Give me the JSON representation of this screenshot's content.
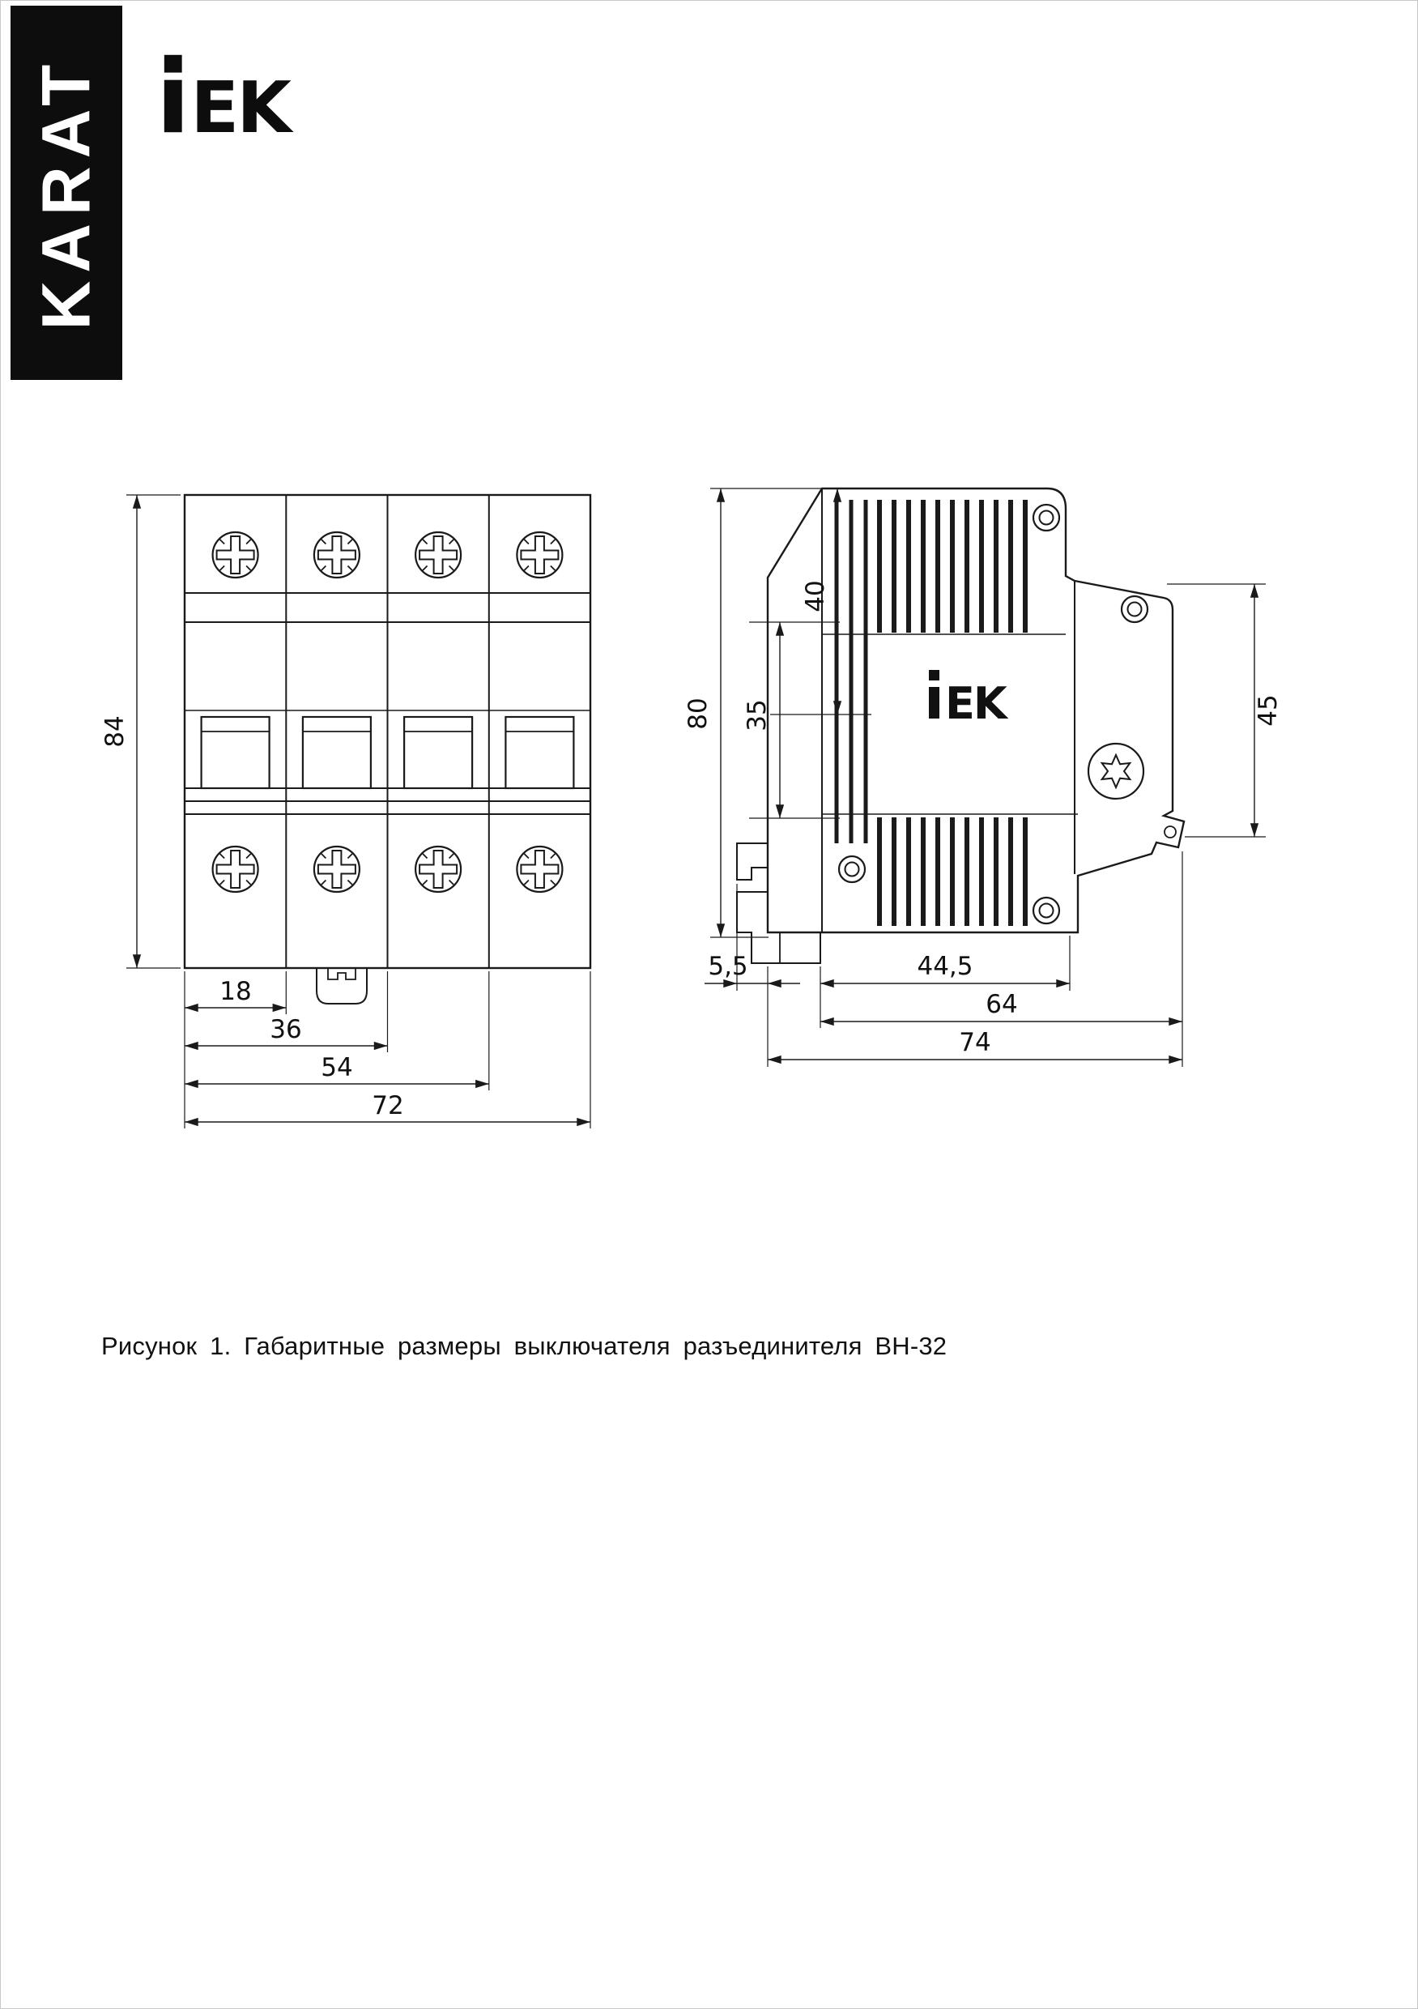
{
  "brand": {
    "karat": "KARAT",
    "logo": "IEK",
    "logo_ek": "EK"
  },
  "caption": {
    "text": "Рисунок 1. Габаритные размеры выключателя разъединителя ВН-32"
  },
  "front_view": {
    "dim_height": "84",
    "dim_w1": "18",
    "dim_w2": "36",
    "dim_w3": "54",
    "dim_w4": "72"
  },
  "side_view": {
    "dim_40": "40",
    "dim_35": "35",
    "dim_80": "80",
    "dim_45": "45",
    "dim_5_5": "5,5",
    "dim_44_5": "44,5",
    "dim_64": "64",
    "dim_74": "74",
    "logo": "IEK",
    "logo_ek": "EK"
  }
}
